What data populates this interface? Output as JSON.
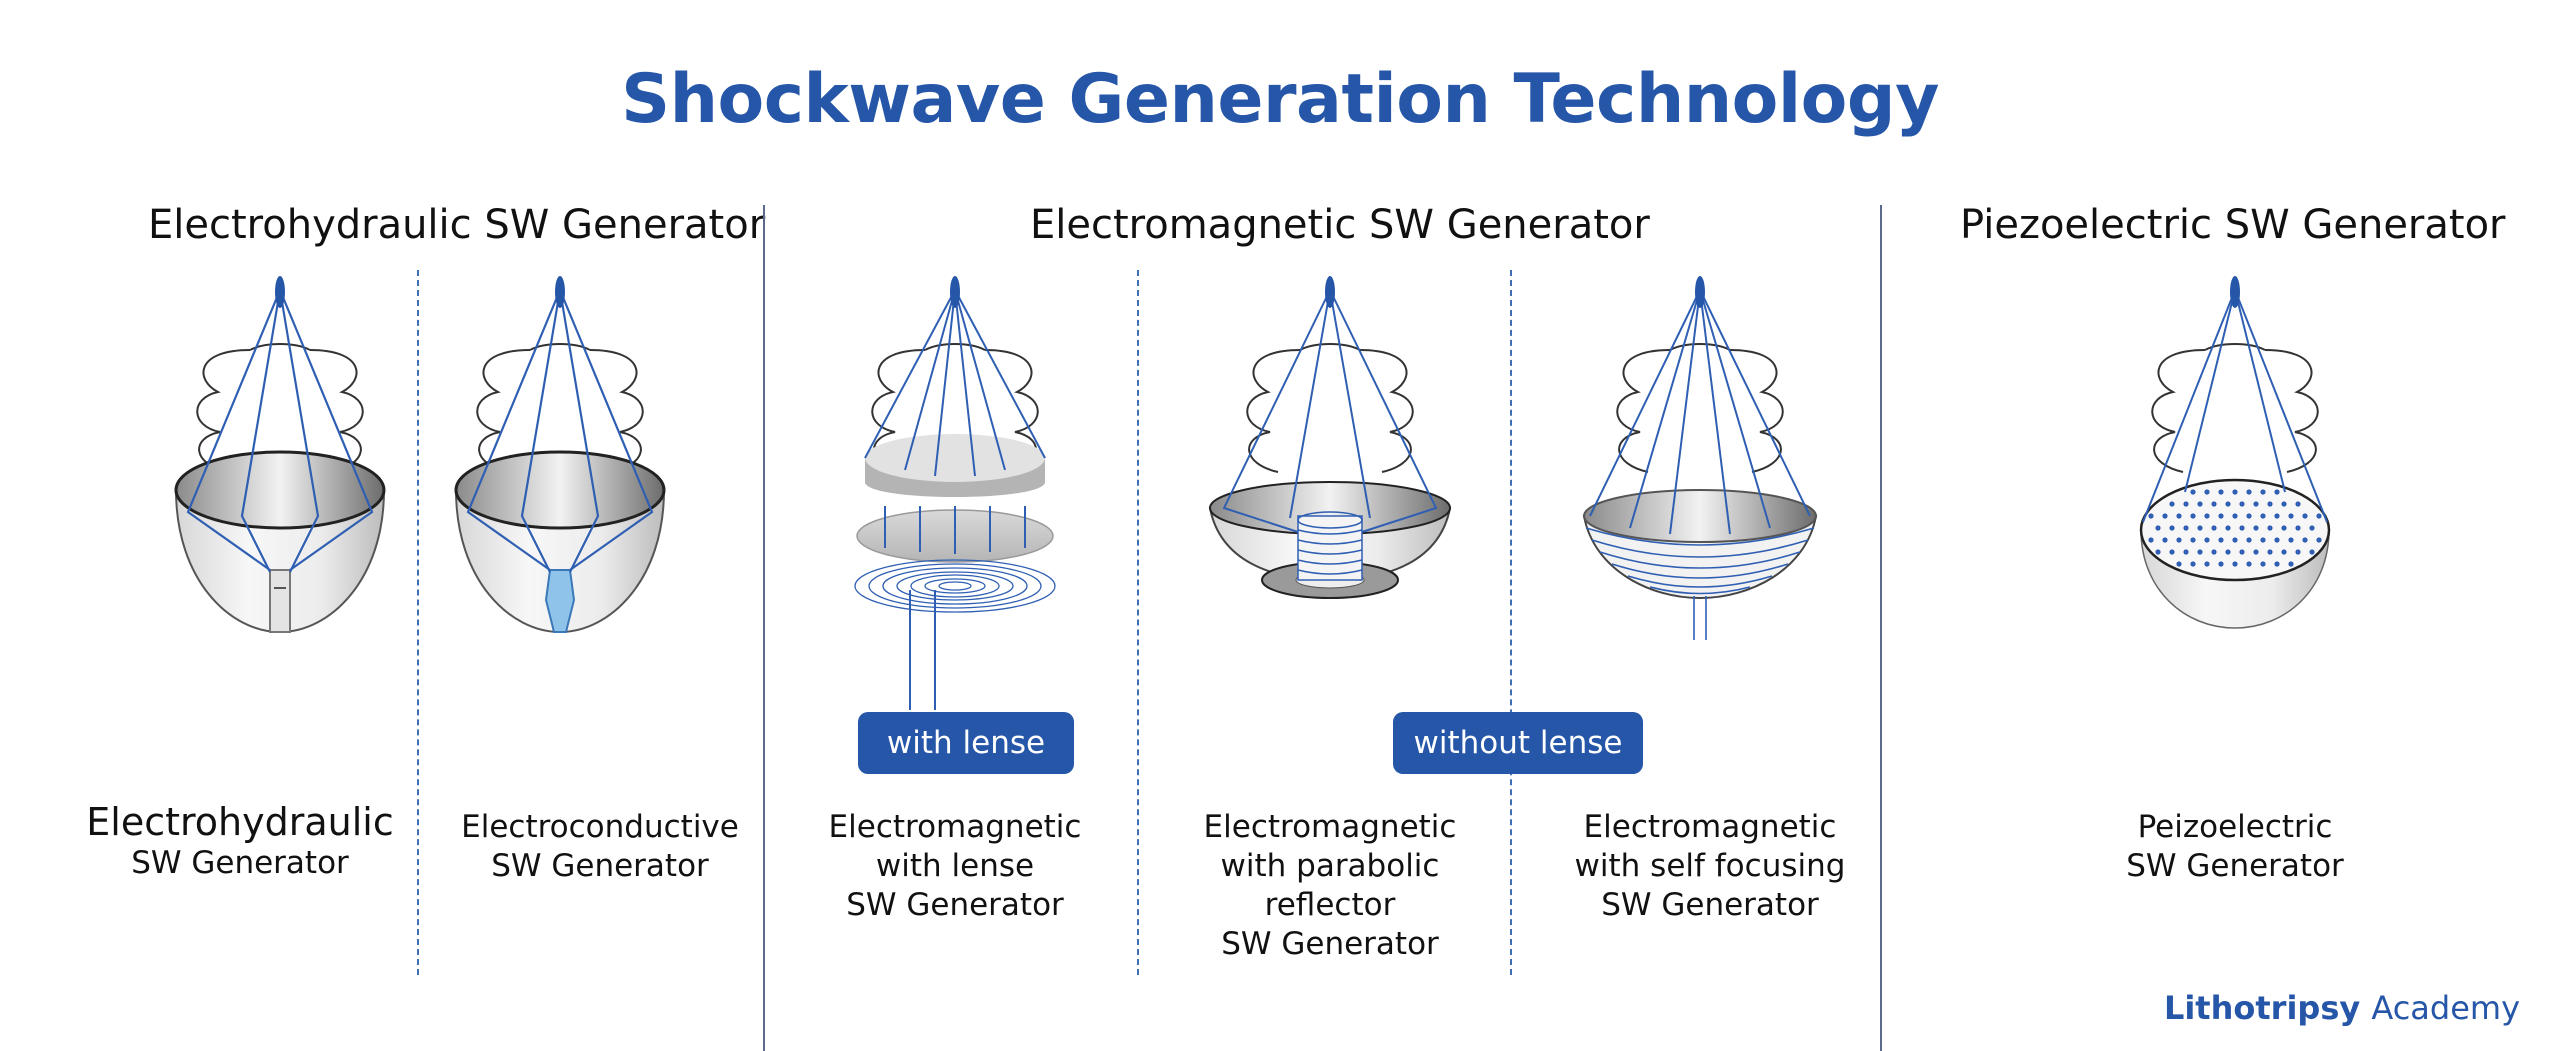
{
  "page_title": "Shockwave Generation Technology",
  "sections": {
    "electrohydraulic": "Electrohydraulic SW Generator",
    "electromagnetic": "Electromagnetic SW Generator",
    "piezoelectric": "Piezoelectric  SW Generator"
  },
  "badges": {
    "with_lense": "with lense",
    "without_lense": "without lense"
  },
  "captions": {
    "electrohydraulic": [
      "Electrohydraulic",
      "SW Generator"
    ],
    "electroconductive": [
      "Electroconductive",
      "SW Generator"
    ],
    "em_lense": [
      "Electromagnetic",
      "with lense",
      "SW Generator"
    ],
    "em_parabolic": [
      "Electromagnetic",
      "with parabolic",
      "reflector",
      "SW Generator"
    ],
    "em_selffocus": [
      "Electromagnetic",
      "with self focusing",
      "SW Generator"
    ],
    "piezo": [
      "Peizoelectric",
      "SW Generator"
    ]
  },
  "logo": {
    "part1": "Lithotripsy",
    "part2": "Academy"
  },
  "colors": {
    "accent": "#2656a8",
    "focus_lines": "#2f5fb3",
    "divider": "#5a6a8a"
  }
}
